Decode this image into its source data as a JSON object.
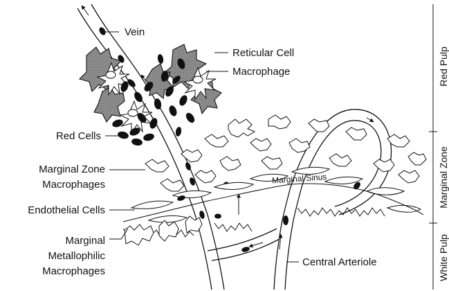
{
  "labels": {
    "vein": "Vein",
    "reticular_cell": "Reticular Cell",
    "macrophage": "Macrophage",
    "red_cells": "Red Cells",
    "marginal_zone_macrophages": [
      "Marginal Zone",
      "Macrophages"
    ],
    "endothelial_cells": "Endothelial Cells",
    "marginal_metallophilic_macrophages": [
      "Marginal",
      "Metallophilic",
      "Macrophages"
    ],
    "central_arteriole": "Central Arteriole",
    "marginal_sinus": "Marginal Sinus"
  },
  "zones": {
    "red_pulp": "Red Pulp",
    "marginal_zone": "Marginal Zone",
    "white_pulp": "White Pulp"
  },
  "colors": {
    "ink": "#111111",
    "paper": "#ffffff"
  }
}
